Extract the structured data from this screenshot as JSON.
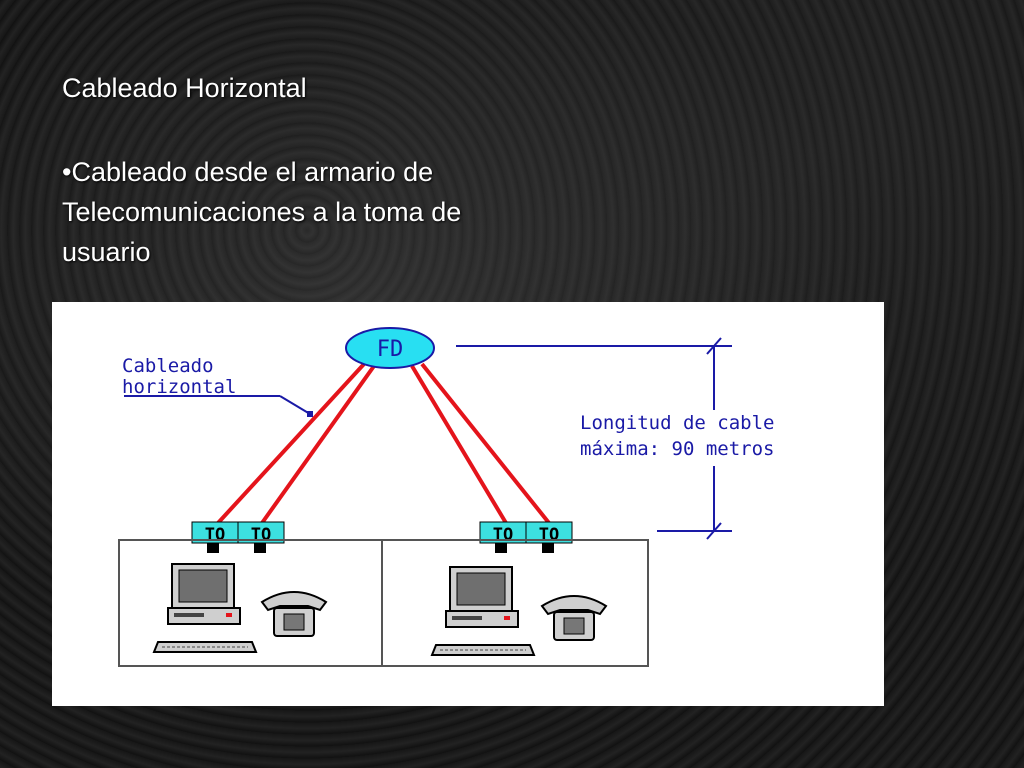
{
  "slide": {
    "title": "Cableado Horizontal",
    "bullet": "•Cableado desde el armario de Telecomunicaciones a la toma de usuario"
  },
  "diagram": {
    "fd_label": "FD",
    "callout_line1": "Cableado",
    "callout_line2": "horizontal",
    "length_line1": "Longitud de cable",
    "length_line2": "máxima: 90 metros",
    "outlet_label": "TO",
    "colors": {
      "cable": "#e4141b",
      "outlet_fill": "#3ce0e0",
      "fd_fill": "#28dff2",
      "annotation": "#1a1aa6"
    }
  }
}
